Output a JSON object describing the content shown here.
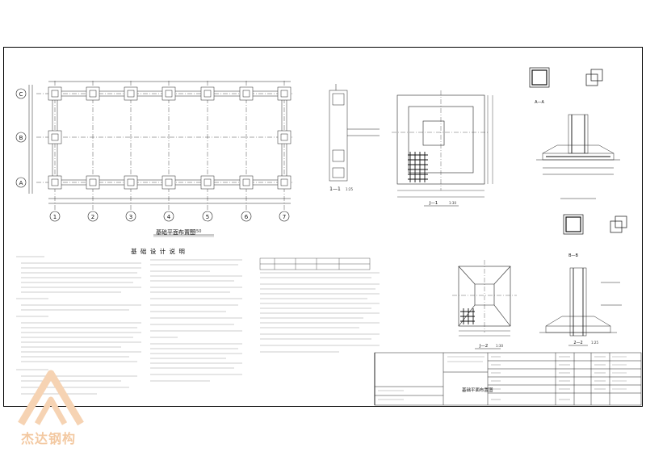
{
  "plan": {
    "title": "基础平面布置图",
    "scale": "1:150",
    "row_axes": [
      "C",
      "B",
      "A"
    ],
    "column_axes": [
      "1",
      "2",
      "3",
      "4",
      "5",
      "6",
      "7"
    ]
  },
  "notes": {
    "title": "基 础 设 计 说 明"
  },
  "sections": [
    {
      "label": "1—1",
      "scale": "1:25"
    },
    {
      "label": "J—1",
      "scale": "1:30"
    },
    {
      "label": "J—2",
      "scale": "1:30"
    },
    {
      "label": "A—A",
      "scale": ""
    },
    {
      "label": "B—B",
      "scale": ""
    },
    {
      "label": "2—2",
      "scale": "1:25"
    }
  ],
  "title_block": {
    "drawing_name": "基础平面布置图"
  },
  "watermark": {
    "text": "杰达钢构",
    "color": "#f3c9a2"
  }
}
